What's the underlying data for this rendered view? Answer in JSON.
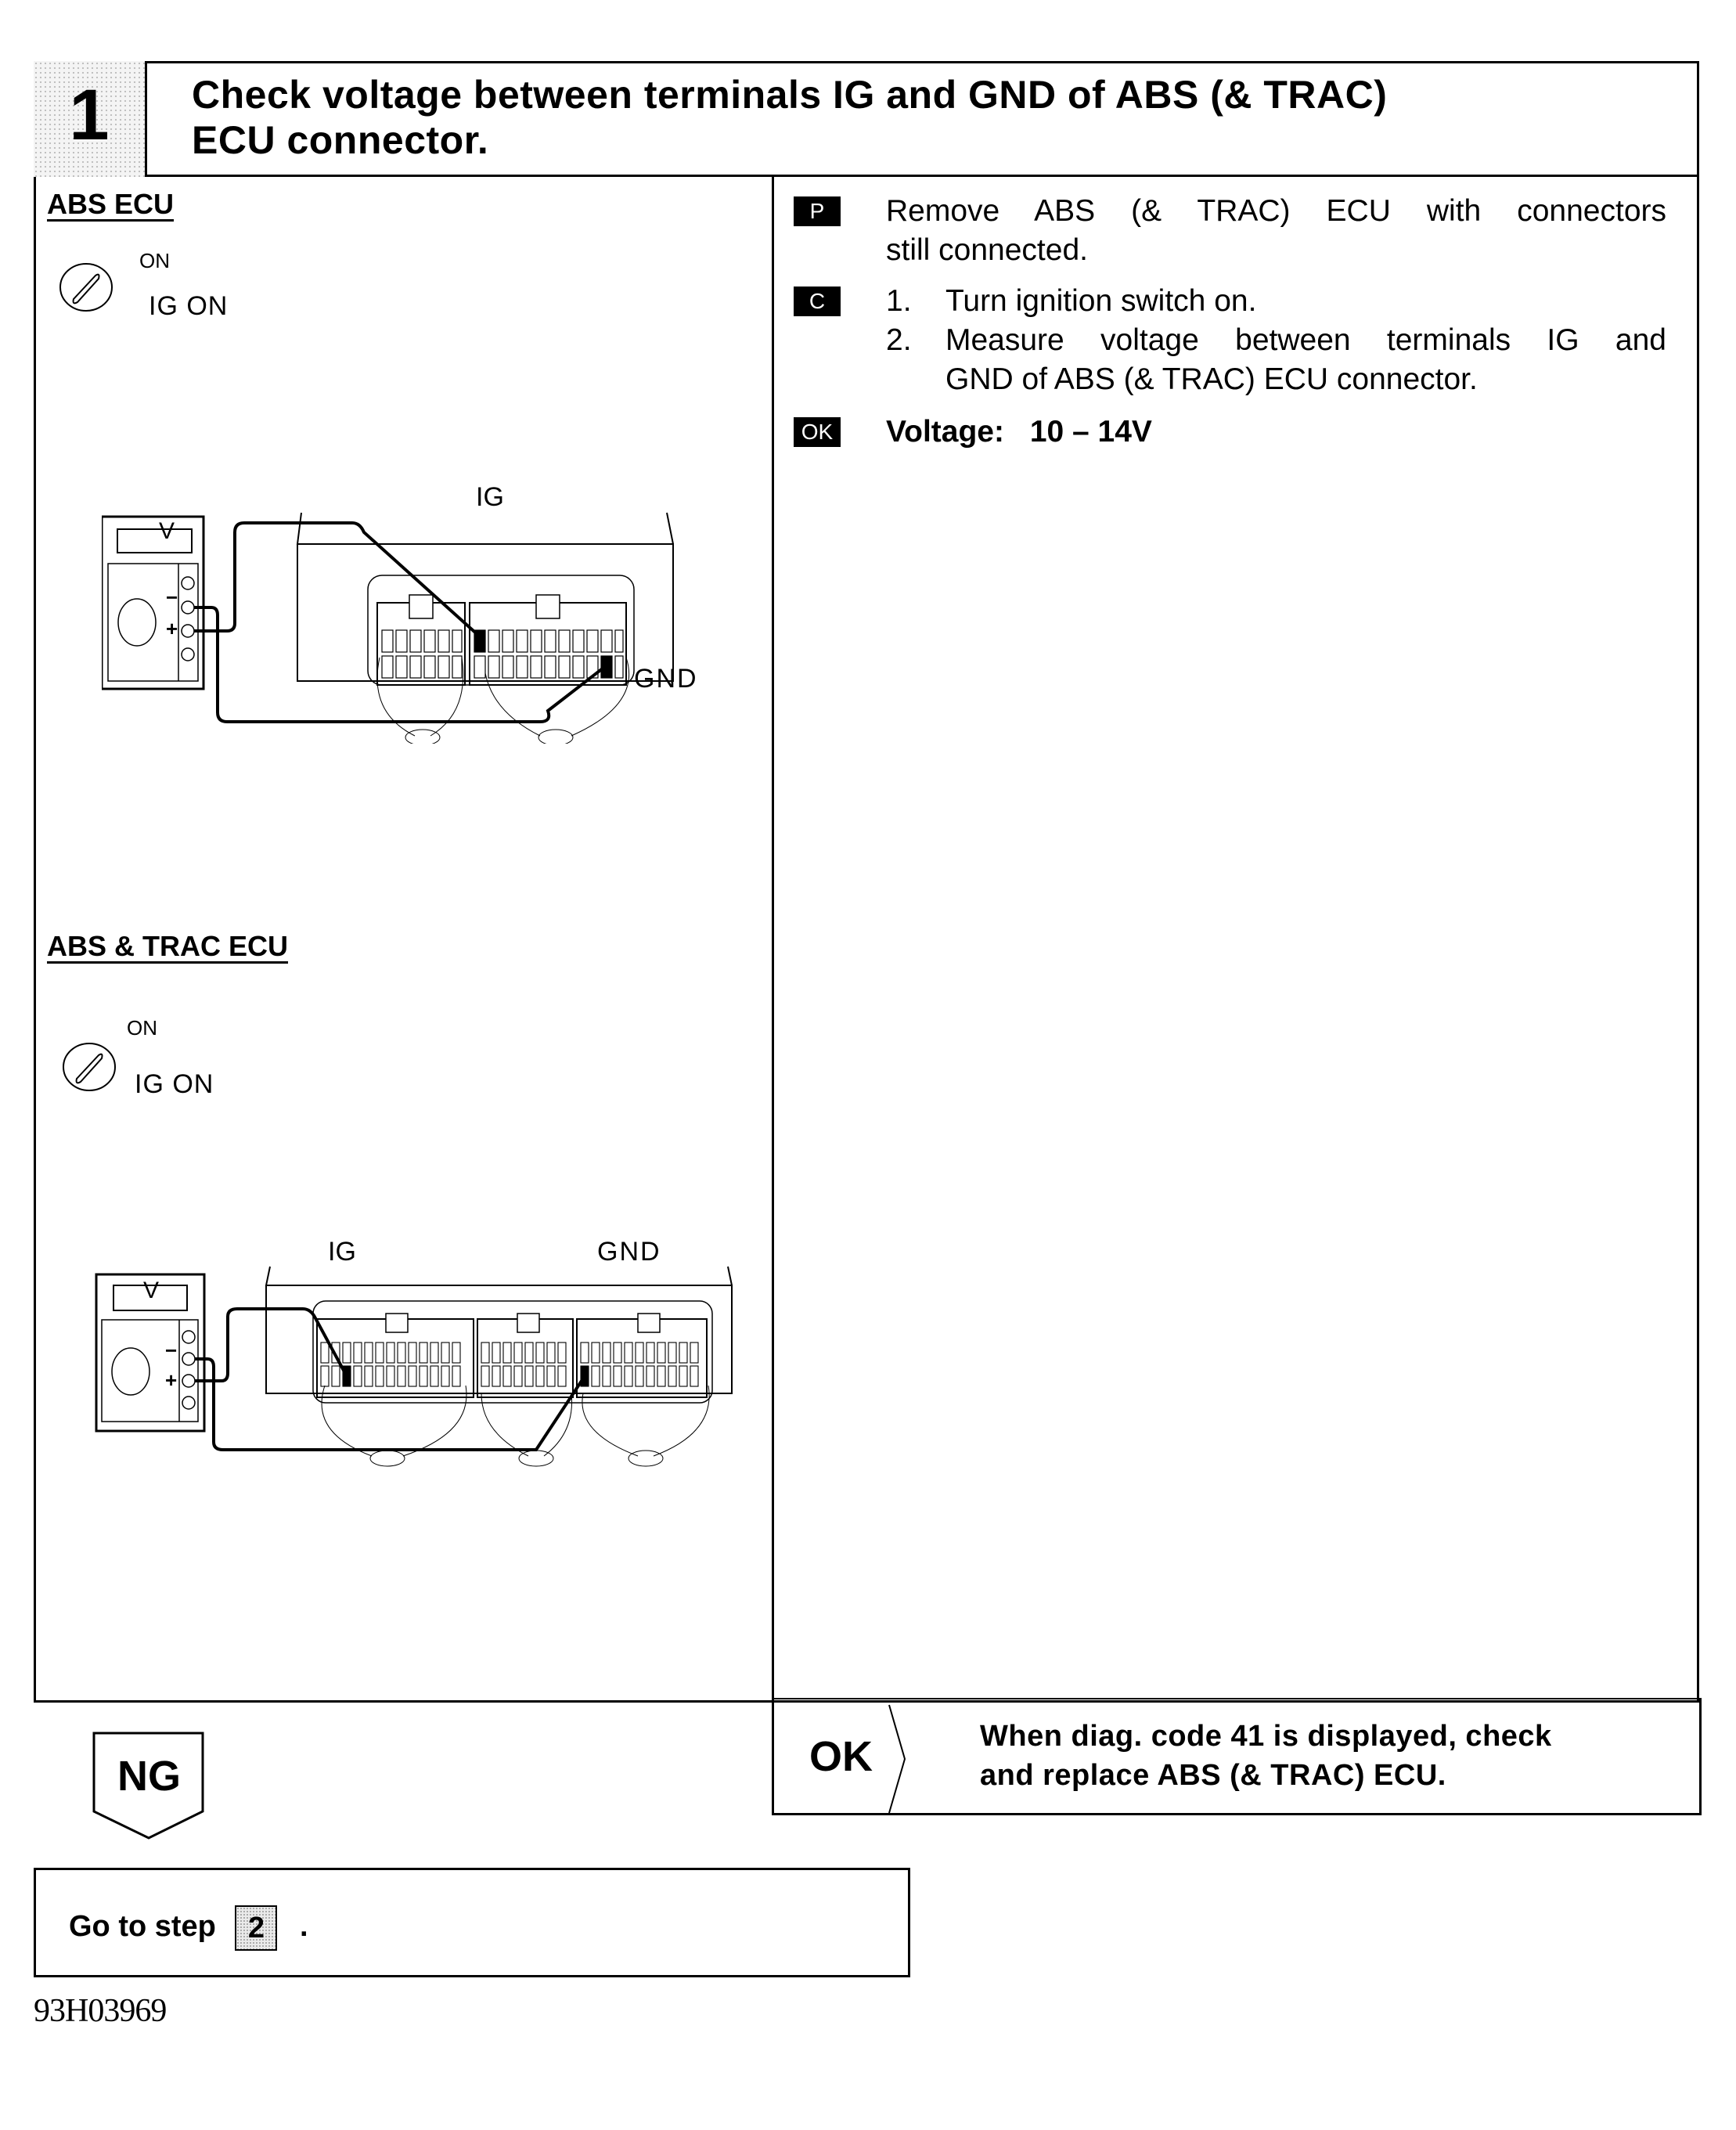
{
  "step": {
    "number": "1",
    "title_line1": "Check voltage between terminals IG and GND of ABS (& TRAC)",
    "title_line2": "ECU connector."
  },
  "left_panel": {
    "sections": [
      {
        "label": "ABS ECU",
        "switch_on_label": "ON",
        "switch_state": "IG ON",
        "diagram": {
          "meter_label": "V",
          "meter_minus": "−",
          "meter_plus": "+",
          "terminal_ig": "IG",
          "terminal_gnd": "GND"
        }
      },
      {
        "label": "ABS & TRAC ECU",
        "switch_on_label": "ON",
        "switch_state": "IG ON",
        "diagram": {
          "meter_label": "V",
          "meter_minus": "−",
          "meter_plus": "+",
          "terminal_ig": "IG",
          "terminal_gnd": "GND"
        }
      }
    ]
  },
  "right_panel": {
    "prep": {
      "tag": "P",
      "line1": "Remove ABS (& TRAC) ECU with connectors",
      "line2": "still connected."
    },
    "check": {
      "tag": "C",
      "items": [
        {
          "num": "1.",
          "line1": "Turn ignition switch on.",
          "line2": ""
        },
        {
          "num": "2.",
          "line1": "Measure voltage between terminals IG and",
          "line2": "GND of ABS (& TRAC) ECU connector."
        }
      ]
    },
    "ok": {
      "tag": "OK",
      "spec_label": "Voltage:",
      "spec_value": "10 – 14V"
    }
  },
  "result_ok": {
    "label": "OK",
    "line1": "When diag. code 41 is displayed, check",
    "line2": "and replace ABS (& TRAC) ECU."
  },
  "result_ng": {
    "label": "NG"
  },
  "goto": {
    "text": "Go to step",
    "step": "2",
    "suffix": "."
  },
  "footer": {
    "code": "93H03969"
  }
}
